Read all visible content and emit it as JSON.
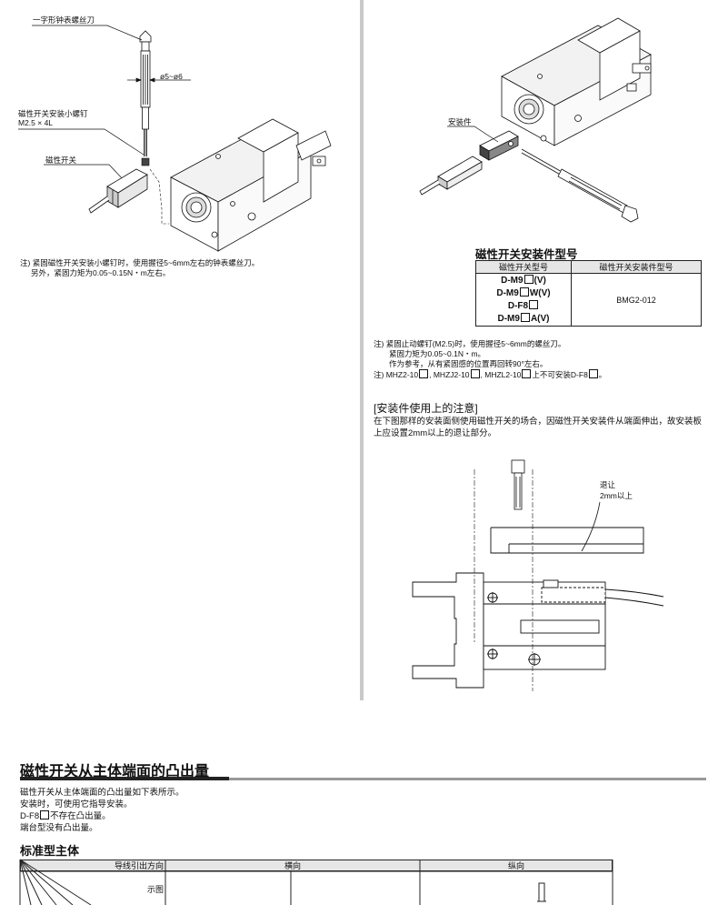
{
  "left_fig": {
    "label_screwdriver": "一字形钟表螺丝刀",
    "label_dia": "ø5~ø6",
    "label_screw_line1": "磁性开关安装小螺钉",
    "label_screw_line2": "M2.5 × 4L",
    "label_switch": "磁性开关",
    "note_line1": "注) 紧固磁性开关安装小螺钉时，使用握径5~6mm左右的钟表螺丝刀。",
    "note_line2": "另外，紧固力矩为0.05~0.15N・m左右。"
  },
  "right_fig": {
    "label_bracket": "安装件"
  },
  "model_table": {
    "heading": "磁性开关安装件型号",
    "col1": "磁性开关型号",
    "col2": "磁性开关安装件型号",
    "models": [
      {
        "pre": "D-M9",
        "post": "(V)"
      },
      {
        "pre": "D-M9",
        "post": "W(V)"
      },
      {
        "pre": "D-F8",
        "post": ""
      },
      {
        "pre": "D-M9",
        "post": "A(V)"
      }
    ],
    "bracket_model": "BMG2-012"
  },
  "notes": {
    "n1a": "注) 紧固止动螺钉(M2.5)时，使用握径5~6mm的螺丝刀。",
    "n1b": "紧固力矩为0.05~0.1N・m。",
    "n1c": "作为参考，从有紧固感的位置再回转90°左右。",
    "n2_pre": "注) MHZ2-10",
    "n2_mid1": ", MHZJ2-10",
    "n2_mid2": ", MHZL2-10",
    "n2_post": "上不可安装D-F8",
    "n2_end": "。"
  },
  "caution": {
    "heading": "[安装件使用上的注意]",
    "body": "在下图那样的安装面侧使用磁性开关的场合，因磁性开关安装件从端面伸出，故安装板上应设置2mm以上的退让部分。",
    "label_clear_1": "退让",
    "label_clear_2": "2mm以上"
  },
  "section": {
    "title": "磁性开关从主体端面的凸出量",
    "line1": "磁性开关从主体端面的凸出量如下表所示。",
    "line2": "安装时，可使用它指导安装。",
    "line3_pre": "D-F8",
    "line3_post": "不存在凸出量。",
    "line4": "端台型没有凸出量。",
    "sub_title": "标准型主体"
  },
  "std_table": {
    "h_direction": "导线引出方向",
    "h_horizontal": "横向",
    "h_vertical": "纵向",
    "r_figure": "示图"
  }
}
